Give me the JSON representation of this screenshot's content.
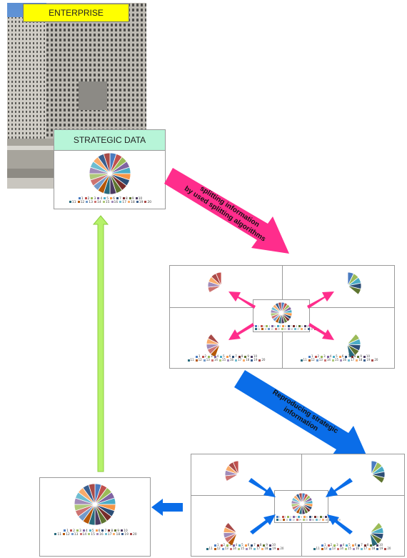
{
  "labels": {
    "enterprise": "ENTERPRISE",
    "strategic_data": "STRATEGIC DATA",
    "splitting_line1": "splitting information",
    "splitting_line2": "by used splitting algorithms",
    "reproducing_line1": "Reproducing strategic",
    "reproducing_line2": "information"
  },
  "legend": {
    "row1": [
      "1",
      "2",
      "3",
      "4",
      "5",
      "6",
      "7",
      "8",
      "9",
      "10"
    ],
    "row2": [
      "11",
      "12",
      "13",
      "14",
      "15",
      "16",
      "17",
      "18",
      "19",
      "20"
    ]
  },
  "colors": {
    "enterprise_bg": "#ffff00",
    "strategic_header_bg": "#b7f5d8",
    "magenta_arrow": "#ff2d8c",
    "blue_arrow": "#0a6de8",
    "green_arrow": "#b6f26a",
    "slices": [
      "#4a7bc0",
      "#c0504d",
      "#9bbb59",
      "#8064a2",
      "#4bacc6",
      "#f79646",
      "#2c4d75",
      "#772c2a",
      "#5f7530",
      "#4d3b62",
      "#276a7c",
      "#b65708",
      "#729aca",
      "#cd7371",
      "#afc97a",
      "#a18bb9",
      "#6fbdd1",
      "#f9ab6b",
      "#3a5f8f",
      "#a94a48"
    ]
  }
}
